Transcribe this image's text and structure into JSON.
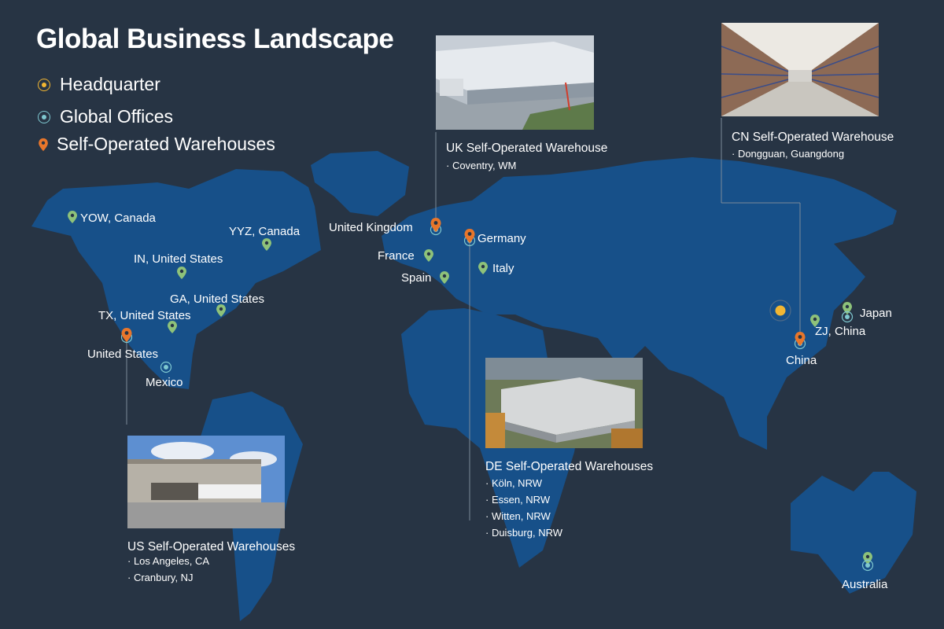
{
  "title": "Global Business Landscape",
  "legend": {
    "headquarter": "Headquarter",
    "global_offices": "Global Offices",
    "warehouses": "Self-Operated Warehouses"
  },
  "colors": {
    "background": "#273444",
    "land": "#175089",
    "headquarter": "#f2b632",
    "office": "#7fc8d0",
    "warehouse_pin": "#e8762b",
    "office_pin": "#8ec27a"
  },
  "locations": {
    "yow": "YOW, Canada",
    "yyz": "YYZ, Canada",
    "in_us": "IN, United States",
    "ga_us": "GA, United States",
    "tx_us": "TX, United States",
    "united_states": "United States",
    "mexico": "Mexico",
    "united_kingdom": "United Kingdom",
    "germany": "Germany",
    "france": "France",
    "spain": "Spain",
    "italy": "Italy",
    "zj_china": "ZJ, China",
    "japan": "Japan",
    "china": "China",
    "australia": "Australia"
  },
  "warehouses": {
    "uk": {
      "title": "UK Self-Operated Warehouse",
      "sites": [
        "· Coventry, WM"
      ]
    },
    "cn": {
      "title": "CN Self-Operated Warehouse",
      "sites": [
        "· Dongguan, Guangdong"
      ]
    },
    "de": {
      "title": "DE Self-Operated Warehouses",
      "sites": [
        "· Köln, NRW",
        "· Essen, NRW",
        "· Witten, NRW",
        "· Duisburg, NRW"
      ]
    },
    "us": {
      "title": "US Self-Operated Warehouses",
      "sites": [
        "· Los Angeles, CA",
        "· Cranbury, NJ"
      ]
    }
  }
}
